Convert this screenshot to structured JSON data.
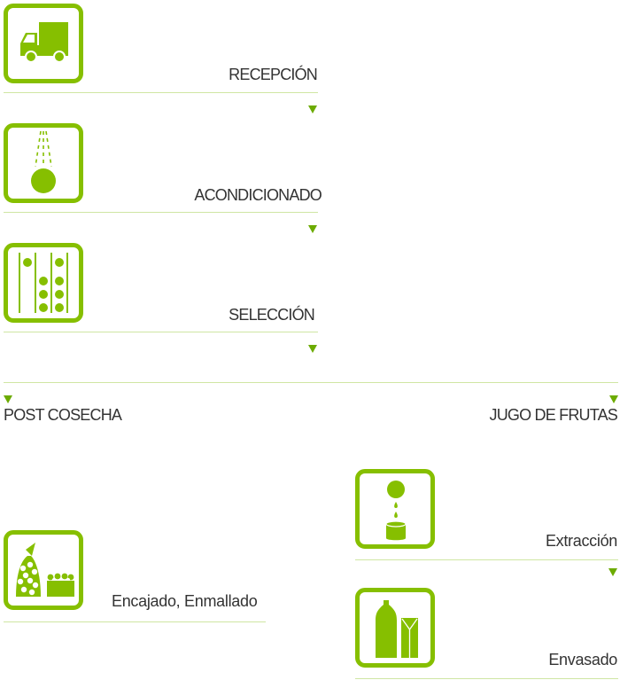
{
  "colors": {
    "accent": "#86bf00",
    "arrow": "#6cab00",
    "rule": "#cfe6a3",
    "text": "#333333"
  },
  "steps": [
    {
      "label": "RECEPCIÓN",
      "icon": "truck-icon"
    },
    {
      "label": "ACONDICIONADO",
      "icon": "spray-fruit-icon"
    },
    {
      "label": "SELECCIÓN",
      "icon": "sorting-lanes-icon"
    }
  ],
  "branches": {
    "left": {
      "title": "POST COSECHA",
      "steps": [
        {
          "label": "Encajado, Enmallado",
          "icon": "bag-and-crate-icon"
        }
      ]
    },
    "right": {
      "title": "JUGO DE FRUTAS",
      "steps": [
        {
          "label": "Extracción",
          "icon": "juice-extraction-icon"
        },
        {
          "label": "Envasado",
          "icon": "bottle-and-carton-icon"
        }
      ]
    }
  }
}
